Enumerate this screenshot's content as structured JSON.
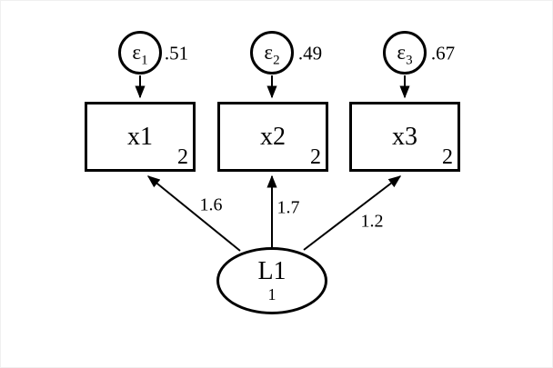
{
  "diagram": {
    "type": "sem-path-diagram",
    "latent": {
      "label": "L1",
      "variance": "1"
    },
    "errors": [
      {
        "symbol": "ε",
        "sub": "1",
        "variance": ".51"
      },
      {
        "symbol": "ε",
        "sub": "2",
        "variance": ".49"
      },
      {
        "symbol": "ε",
        "sub": "3",
        "variance": ".67"
      }
    ],
    "observed": [
      {
        "label": "x1",
        "corner": "2"
      },
      {
        "label": "x2",
        "corner": "2"
      },
      {
        "label": "x3",
        "corner": "2"
      }
    ],
    "loadings": [
      "1.6",
      "1.7",
      "1.2"
    ],
    "colors": {
      "stroke": "#000000",
      "background": "#ffffff"
    }
  }
}
